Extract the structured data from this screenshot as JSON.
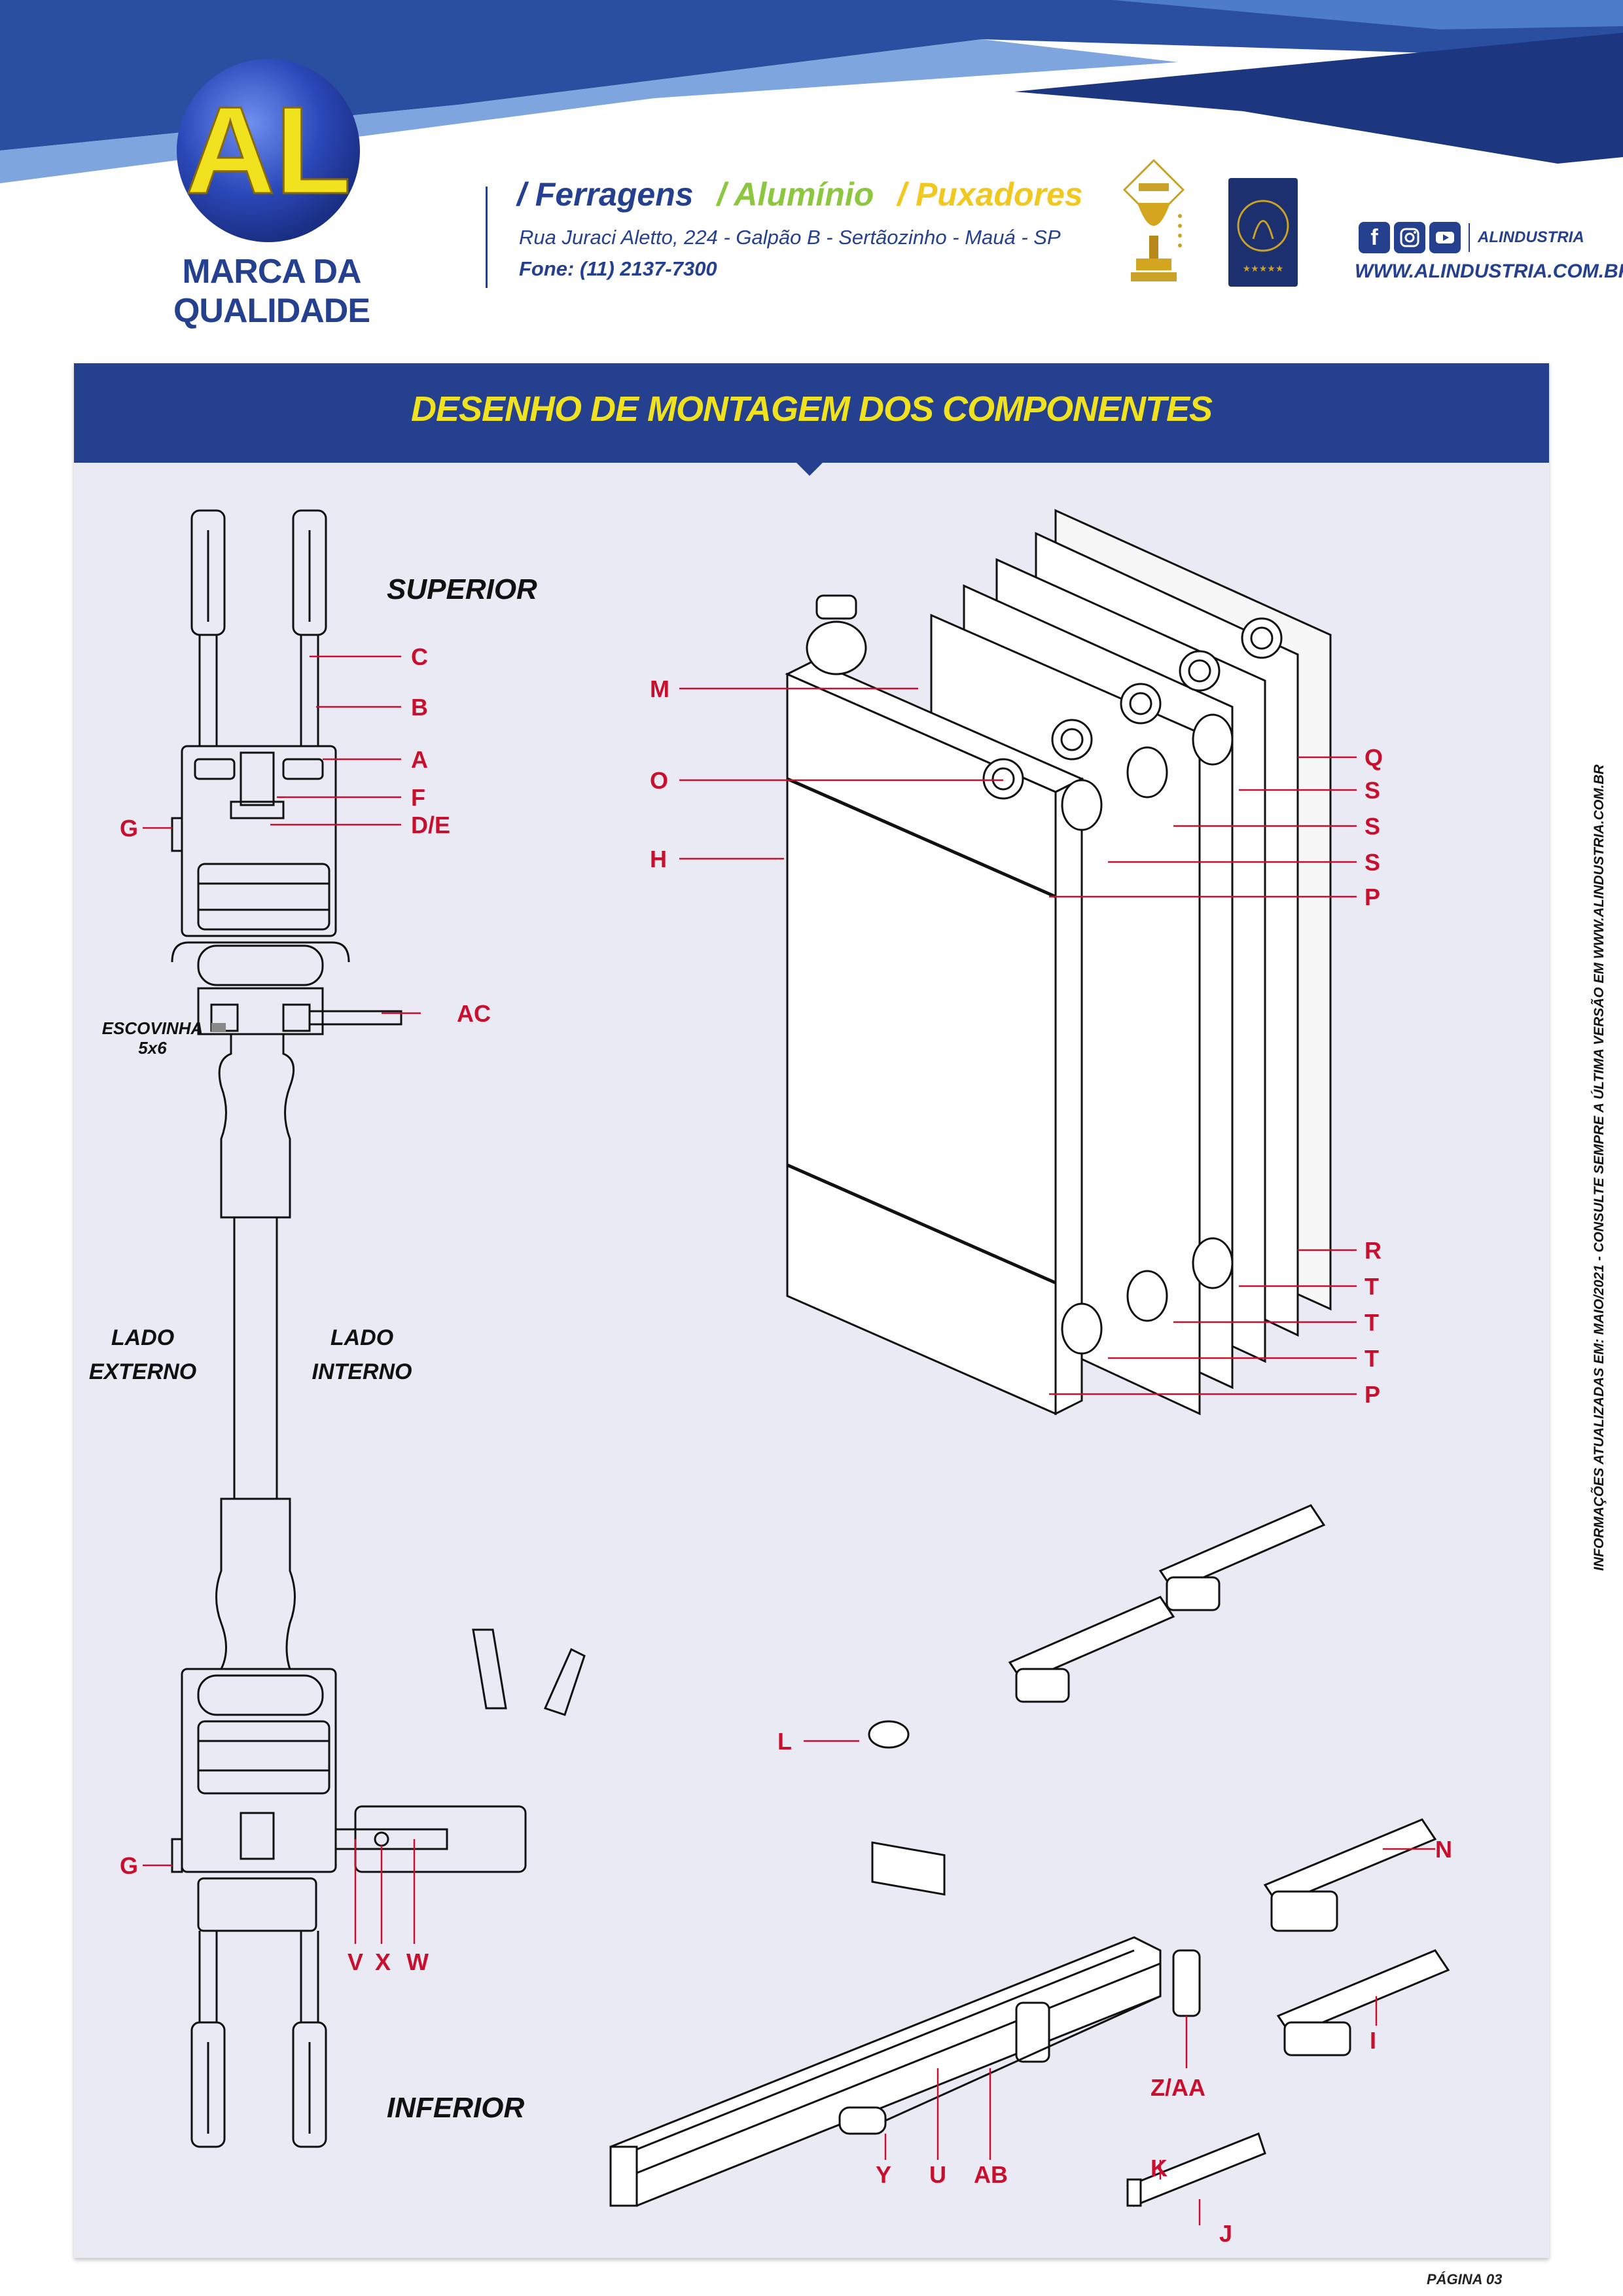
{
  "header": {
    "logo_text": "AL",
    "tagline": "MARCA DA QUALIDADE",
    "categories": [
      "/ Ferragens",
      "/ Alumínio",
      "/ Puxadores"
    ],
    "category_colors": [
      "#24408e",
      "#8dc63f",
      "#f0e21f"
    ],
    "address": "Rua Juraci Aletto, 224 - Galpão B - Sertãozinho - Mauá - SP",
    "phone": "Fone: (11) 2137-7300",
    "social_icons": [
      "facebook-icon",
      "instagram-icon",
      "youtube-icon"
    ],
    "social_handle": "ALINDUSTRIA",
    "website": "WWW.ALINDUSTRIA.COM.BR"
  },
  "panel": {
    "title": "DESENHO DE MONTAGEM DOS COMPONENTES"
  },
  "drawing": {
    "superior": "SUPERIOR",
    "inferior": "INFERIOR",
    "lado_externo": [
      "LADO",
      "EXTERNO"
    ],
    "lado_interno": [
      "LADO",
      "INTERNO"
    ],
    "escovinha": [
      "ESCOVINHA",
      "5x6"
    ],
    "left_labels": {
      "C": "C",
      "B": "B",
      "A": "A",
      "F": "F",
      "DE": "D/E",
      "G1": "G",
      "AC": "AC",
      "G2": "G",
      "V": "V",
      "X": "X",
      "W": "W"
    },
    "right_labels_top": [
      "M",
      "O",
      "H"
    ],
    "right_labels_side": [
      "Q",
      "S",
      "S",
      "S",
      "P",
      "R",
      "T",
      "T",
      "T",
      "P"
    ],
    "bottom_labels": {
      "L": "L",
      "N": "N",
      "ZAA": "Z/AA",
      "Y": "Y",
      "U": "U",
      "AB": "AB",
      "I": "I",
      "K": "K",
      "J": "J"
    },
    "label_color": "#c8102e"
  },
  "side_note": "INFORMAÇÕES ATUALIZADAS EM: MAIO/2021 - CONSULTE SEMPRE A ÚLTIMA VERSÃO EM WWW.ALINDUSTRIA.COM.BR",
  "footer": {
    "page": "PÁGINA 03"
  },
  "colors": {
    "brand_blue": "#24408e",
    "panel_bg": "#e9eaf3",
    "title_yellow": "#f0e21f"
  }
}
